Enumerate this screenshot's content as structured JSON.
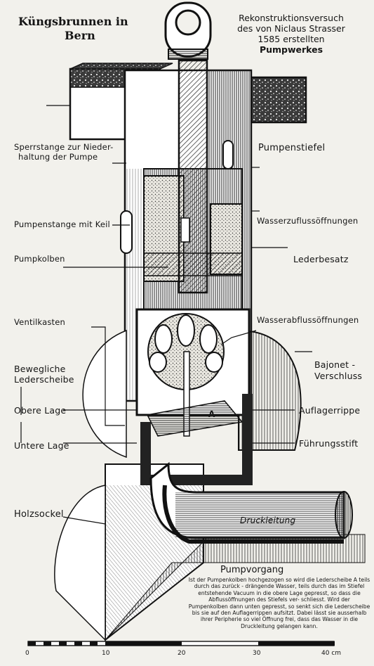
{
  "title": {
    "line1": "Küngsbrunnen in",
    "line2": "Bern"
  },
  "subtitle": {
    "line1": "Rekonstruktionsversuch",
    "line2": "des von Niclaus Strasser",
    "line3": "1585 erstellten",
    "line4": "Pumpwerkes"
  },
  "labels": {
    "sperrstange_1": "Sperrstange zur Nieder-",
    "sperrstange_2": "haltung der Pumpe",
    "pumpenstiefel": "Pumpenstiefel",
    "pumpenstange": "Pumpenstange mit Keil",
    "wasserzufluss": "Wasserzuflussöffnungen",
    "pumpkolben": "Pumpkolben",
    "lederbesatz": "Lederbesatz",
    "ventilkasten": "Ventilkasten",
    "wasserabfluss": "Wasserabflussöffnungen",
    "bewegliche_1": "Bewegliche",
    "bewegliche_2": "Lederscheibe",
    "bajonet_1": "Bajonet -",
    "bajonet_2": "Verschluss",
    "obere_lage": "Obere Lage",
    "auflagerrippe": "Auflagerrippe",
    "untere_lage": "Untere Lage",
    "fuehrungsstift": "Führungsstift",
    "holzsockel": "Holzsockel",
    "druckleitung": "Druckleitung",
    "marker_a": "A"
  },
  "pumpvorgang": {
    "heading": "Pumpvorgang",
    "text": "Ist der Pumpenkolben hochgezogen so wird die Lederscheibe A teils durch das zurück - drängende Wasser, teils durch das im Stiefel entstehende Vacuum in die obere Lage gepresst, so dass die Abflussöffnungen des Stiefels ver- schliesst. Wird der Pumpenkolben dann unten gepresst, so senkt sich die Lederscheibe bis sie auf den Auflagerrippen aufsitzt. Dabei lässt sie ausserhalb ihrer Peripherie so viel Öffnung frei, dass das Wasser in die Druckleitung gelangen kann."
  },
  "scale": {
    "ticks": [
      "0",
      "10",
      "20",
      "30",
      "40 cm"
    ]
  }
}
